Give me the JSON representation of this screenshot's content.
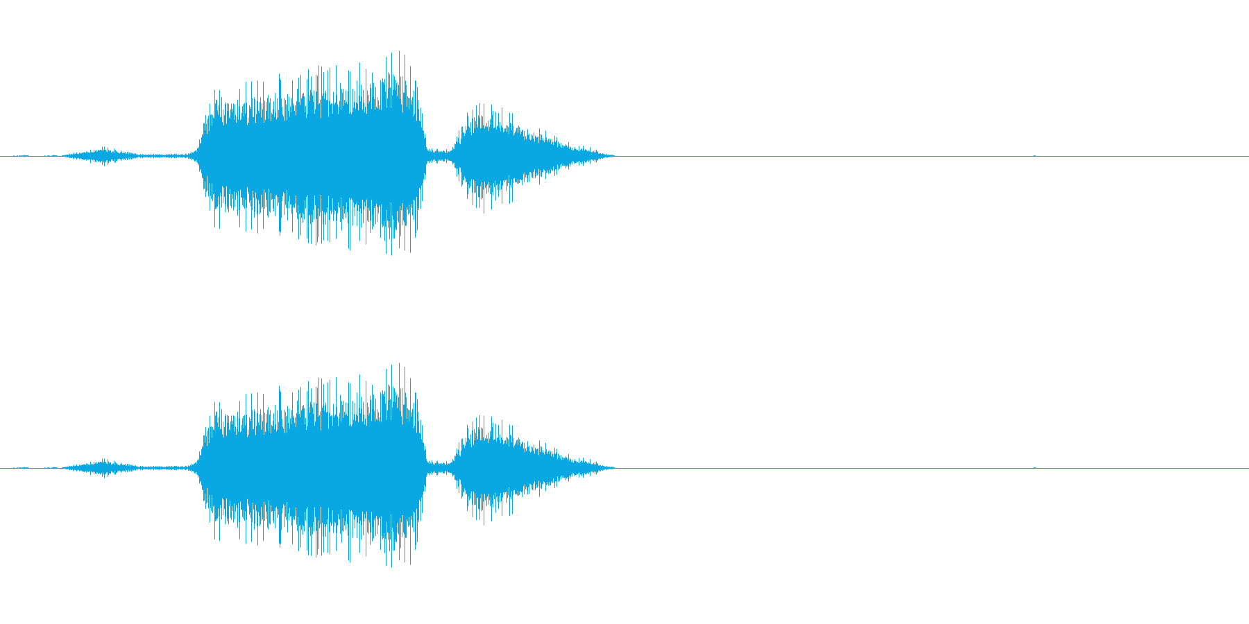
{
  "waveform": {
    "color": "#0aa8e2",
    "channel_count": 2,
    "amplitude_envelope": [
      {
        "t": 0.0,
        "a": 0.0
      },
      {
        "t": 0.022,
        "a": 0.01
      },
      {
        "t": 0.024,
        "a": 0.0
      },
      {
        "t": 0.045,
        "a": 0.01
      },
      {
        "t": 0.047,
        "a": 0.0
      },
      {
        "t": 0.083,
        "a": 0.09
      },
      {
        "t": 0.095,
        "a": 0.05
      },
      {
        "t": 0.11,
        "a": 0.02
      },
      {
        "t": 0.15,
        "a": 0.02
      },
      {
        "t": 0.158,
        "a": 0.09
      },
      {
        "t": 0.17,
        "a": 0.62
      },
      {
        "t": 0.2,
        "a": 0.68
      },
      {
        "t": 0.23,
        "a": 0.72
      },
      {
        "t": 0.26,
        "a": 0.8
      },
      {
        "t": 0.29,
        "a": 0.86
      },
      {
        "t": 0.312,
        "a": 1.0
      },
      {
        "t": 0.33,
        "a": 0.82
      },
      {
        "t": 0.338,
        "a": 0.55
      },
      {
        "t": 0.342,
        "a": 0.07
      },
      {
        "t": 0.36,
        "a": 0.06
      },
      {
        "t": 0.375,
        "a": 0.4
      },
      {
        "t": 0.385,
        "a": 0.52
      },
      {
        "t": 0.4,
        "a": 0.48
      },
      {
        "t": 0.42,
        "a": 0.32
      },
      {
        "t": 0.44,
        "a": 0.2
      },
      {
        "t": 0.46,
        "a": 0.1
      },
      {
        "t": 0.472,
        "a": 0.08
      },
      {
        "t": 0.485,
        "a": 0.02
      },
      {
        "t": 0.495,
        "a": 0.0
      },
      {
        "t": 0.826,
        "a": 0.0
      },
      {
        "t": 0.828,
        "a": 0.01
      },
      {
        "t": 0.83,
        "a": 0.0
      },
      {
        "t": 1.0,
        "a": 0.0
      }
    ]
  }
}
